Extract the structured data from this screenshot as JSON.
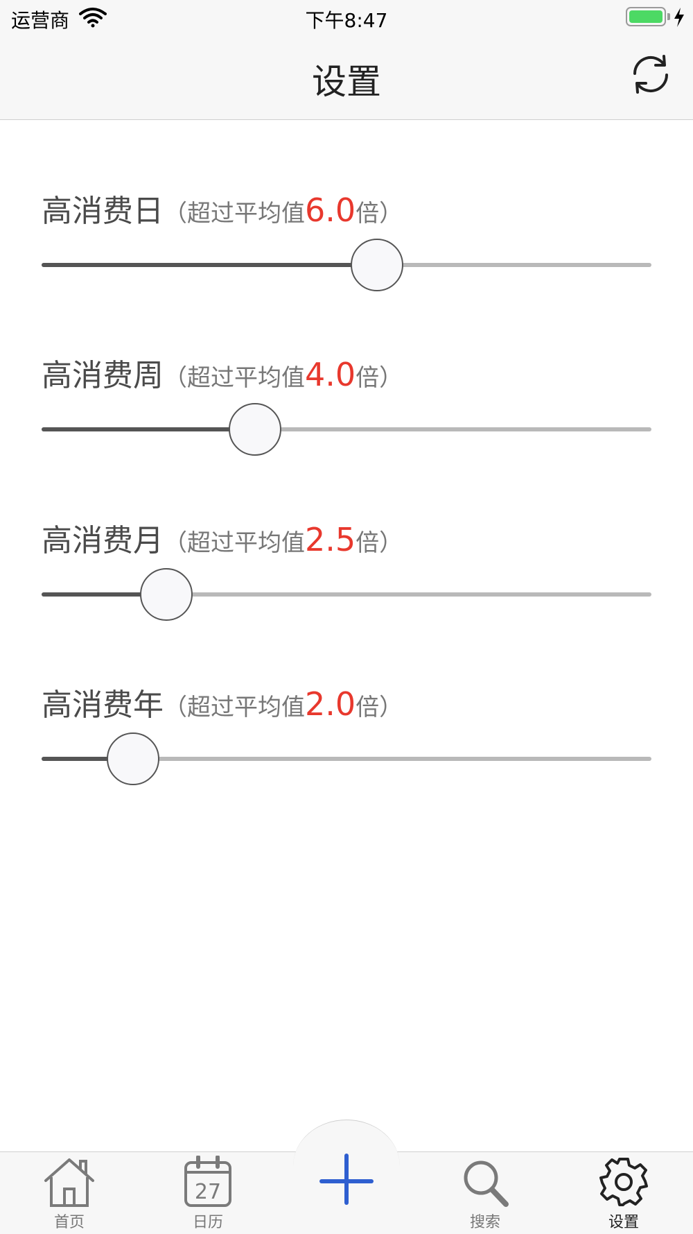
{
  "status_bar": {
    "carrier": "运营商",
    "time": "下午8:47",
    "icons": [
      "wifi-icon",
      "battery-icon",
      "charging-bolt-icon"
    ],
    "battery_color": "#4cd964"
  },
  "nav_bar": {
    "title": "设置",
    "right_icon": "refresh-icon"
  },
  "settings": [
    {
      "label": "高消费日",
      "note_prefix": "（超过平均值",
      "value": "6.0",
      "note_suffix": "倍）",
      "slider_fraction": 0.55
    },
    {
      "label": "高消费周",
      "note_prefix": "（超过平均值",
      "value": "4.0",
      "note_suffix": "倍）",
      "slider_fraction": 0.35
    },
    {
      "label": "高消费月",
      "note_prefix": "（超过平均值",
      "value": "2.5",
      "note_suffix": "倍）",
      "slider_fraction": 0.205
    },
    {
      "label": "高消费年",
      "note_prefix": "（超过平均值",
      "value": "2.0",
      "note_suffix": "倍）",
      "slider_fraction": 0.15
    }
  ],
  "colors": {
    "accent_value": "#e8382d",
    "add_button": "#2f5fd0"
  },
  "tab_bar": {
    "items": [
      {
        "label": "首页",
        "icon": "home-icon",
        "active": false
      },
      {
        "label": "日历",
        "icon": "calendar-icon",
        "active": false
      },
      {
        "label": "",
        "icon": "add-icon",
        "active": false
      },
      {
        "label": "搜索",
        "icon": "search-icon",
        "active": false
      },
      {
        "label": "设置",
        "icon": "gear-icon",
        "active": true
      }
    ],
    "calendar_day": "27"
  }
}
